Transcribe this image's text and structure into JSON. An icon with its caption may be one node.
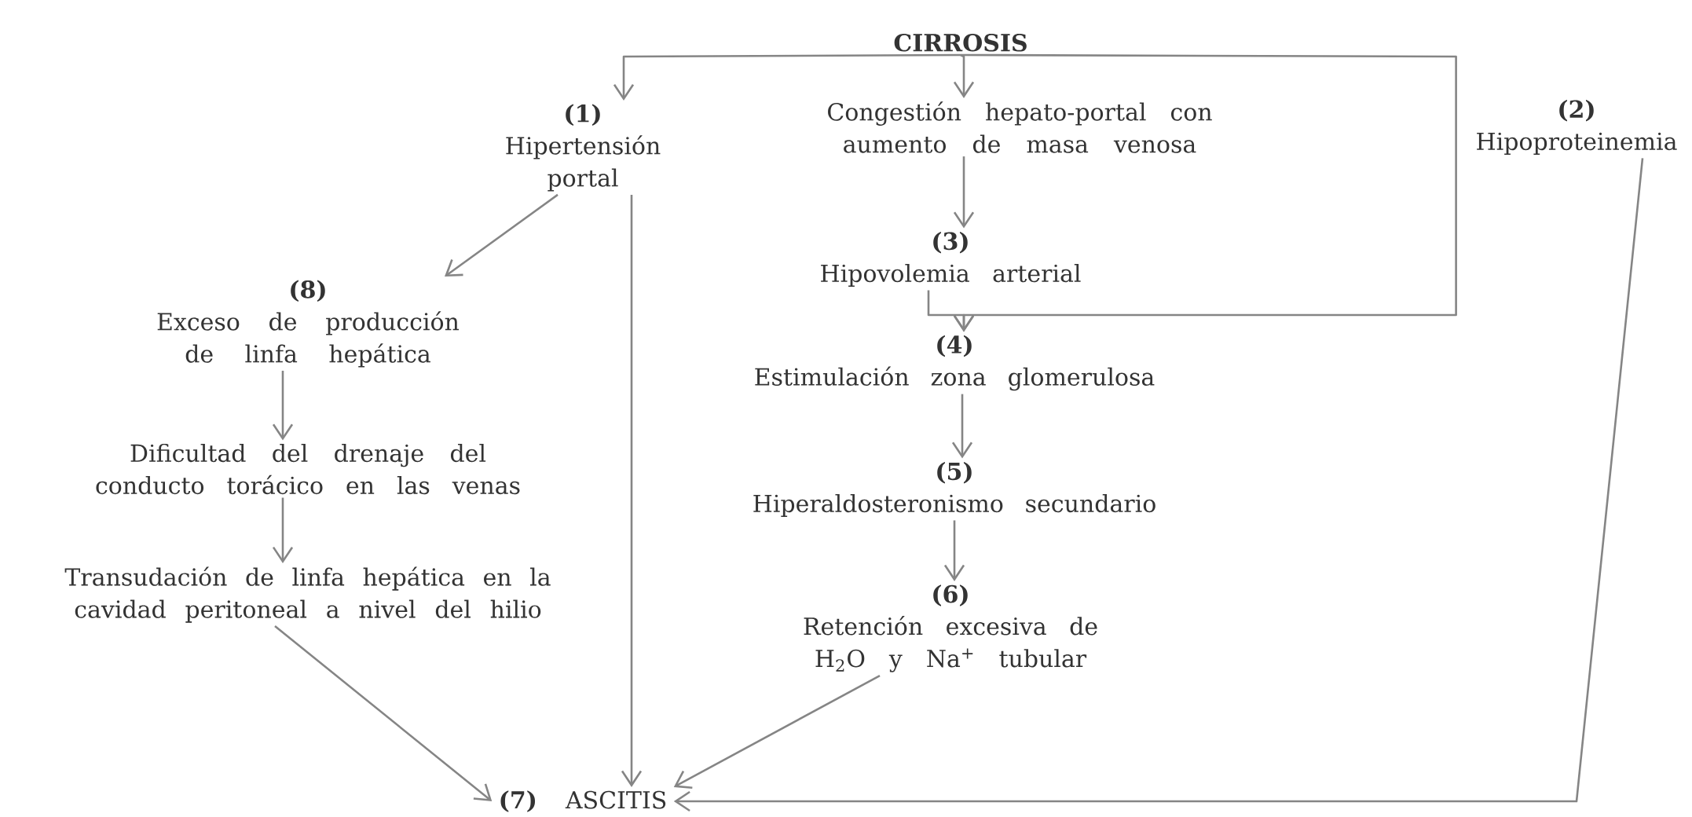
{
  "diagram": {
    "nodes": [
      {
        "text": [
          "CIRROSIS"
        ]
      },
      {
        "text": [
          "(1)",
          "Hipertensión portal"
        ]
      },
      {
        "text": [
          "Congestión hepato-portal con aumento de masa venosa"
        ]
      },
      {
        "text": [
          "(2)",
          "Hipoproteinemia"
        ]
      },
      {
        "text": [
          "(3)",
          "Hipovolemia arterial"
        ]
      },
      {
        "text": [
          "(4)",
          "Estimulación zona glomerulosa"
        ]
      },
      {
        "text": [
          "(5)",
          "Hiperaldosteronismo secundario"
        ]
      },
      {
        "text": [
          "(6)",
          "Retención excesiva de H$_{2}$O y Na$^{+}$ tubular"
        ]
      },
      {
        "text": [
          "(8)",
          "Exceso de producción de linfa hepática"
        ]
      },
      {
        "text": [
          "Dificultad del drenaje del conducto torácico en las venas"
        ]
      },
      {
        "text": [
          "Transudación de linfa hepática en la cavidad peritoneal a nivel del hilio"
        ]
      },
      {
        "text": [
          "(7)",
          "ASCITIS"
        ]
      }
    ],
    "edges": [
      {
        "from": 0,
        "to": 1,
        "arrow": "to"
      },
      {
        "from": 0,
        "to": 2,
        "arrow": "to"
      },
      {
        "from": 0,
        "to": 3,
        "arrow": "none"
      },
      {
        "from": 3,
        "to": 5,
        "arrow": "to"
      },
      {
        "from": 2,
        "to": 4,
        "arrow": "to"
      },
      {
        "from": 4,
        "to": 5,
        "arrow": "to"
      },
      {
        "from": 5,
        "to": 6,
        "arrow": "to"
      },
      {
        "from": 6,
        "to": 7,
        "arrow": "to"
      },
      {
        "from": 1,
        "to": 8,
        "arrow": "to"
      },
      {
        "from": 1,
        "to": 11,
        "arrow": "to"
      },
      {
        "from": 8,
        "to": 9,
        "arrow": "to"
      },
      {
        "from": 9,
        "to": 10,
        "arrow": "to"
      },
      {
        "from": 10,
        "to": 11,
        "arrow": "to"
      },
      {
        "from": 7,
        "to": 11,
        "arrow": "to"
      },
      {
        "from": 3,
        "to": 11,
        "arrow": "to"
      }
    ]
  }
}
